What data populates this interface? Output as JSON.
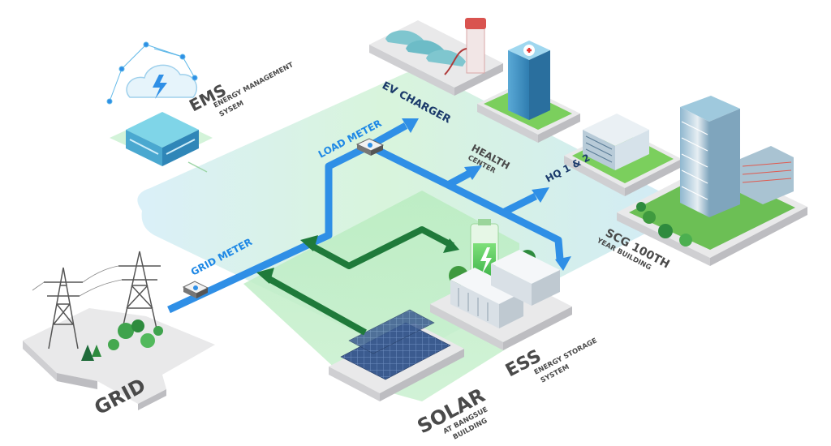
{
  "labels": {
    "ems_title": "EMS",
    "ems_sub1": "ENERGY MANAGEMENT",
    "ems_sub2": "SYSEM",
    "ev_charger": "EV CHARGER",
    "load_meter": "LOAD METER",
    "health_title": "HEALTH",
    "health_sub": "CENTER",
    "hq": "HQ 1 & 2",
    "scg_title": "SCG 100TH",
    "scg_sub": "YEAR BUILDING",
    "grid_meter": "GRID METER",
    "grid": "GRID",
    "ess_title": "ESS",
    "ess_sub1": "ENERGY STORAGE",
    "ess_sub2": "SYSTEM",
    "solar_title": "SOLAR",
    "solar_sub1": "AT BANGSUE",
    "solar_sub2": "BUILDING"
  },
  "icons": [
    "cloud-lightning-icon",
    "battery-bolt-icon",
    "hospital-cross-icon",
    "meter-icon"
  ],
  "colors": {
    "power_flow": "#2f8fe6",
    "green_flow": "#1f7a3a",
    "zone_blue": "#cfe9f7",
    "zone_green": "#d3f3d0",
    "text": "#4a4a4a",
    "label_blue": "#1e88e5"
  }
}
